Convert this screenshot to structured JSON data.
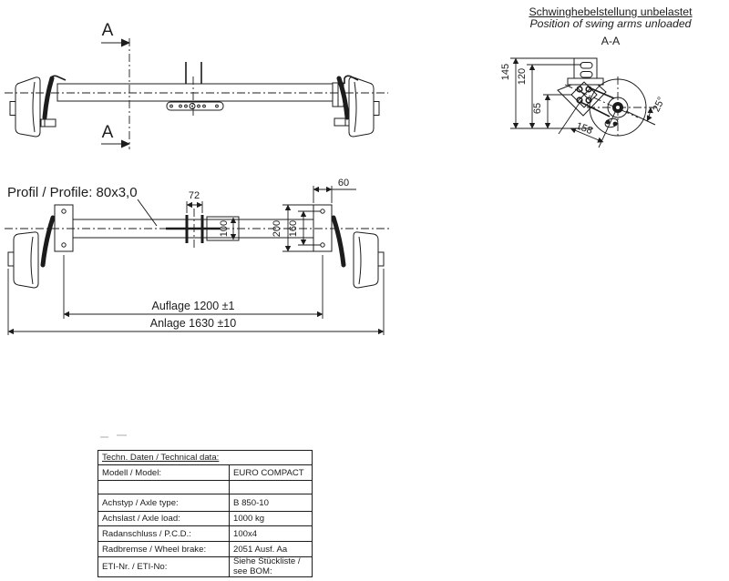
{
  "colors": {
    "ink": "#1c1c1c",
    "bg": "#ffffff"
  },
  "side_view": {
    "section_letter_top": "A",
    "section_letter_bottom": "A"
  },
  "plan_view": {
    "profile_label": "Profil / Profile: 80x3,0",
    "dim_72": "72",
    "dim_60": "60",
    "dim_100": "100",
    "dim_200": "200",
    "dim_160": "160",
    "dim_auflage": "Auflage 1200 ±1",
    "dim_anlage": "Anlage 1630 ±10"
  },
  "detail_view": {
    "title_de": "Schwinghebelstellung unbelastet",
    "title_en": "Position of swing arms unloaded",
    "section_label": "A-A",
    "dim_145": "145",
    "dim_120": "120",
    "dim_65": "65",
    "dim_158": "158",
    "dim_angle": "25°"
  },
  "table": {
    "header": "Techn. Daten / Technical data:",
    "rows": [
      {
        "label": "Modell / Model:",
        "value": "EURO COMPACT"
      },
      {
        "label": "",
        "value": ""
      },
      {
        "label": "Achstyp / Axle type:",
        "value": "B 850-10"
      },
      {
        "label": "Achslast / Axle load:",
        "value": "1000 kg"
      },
      {
        "label": "Radanschluss / P.C.D.:",
        "value": "100x4"
      },
      {
        "label": "Radbremse / Wheel brake:",
        "value": "2051 Ausf. Aa"
      },
      {
        "label": "ETI-Nr. / ETI-No:",
        "value": "Siehe Stückliste /\nsee BOM:"
      }
    ]
  }
}
